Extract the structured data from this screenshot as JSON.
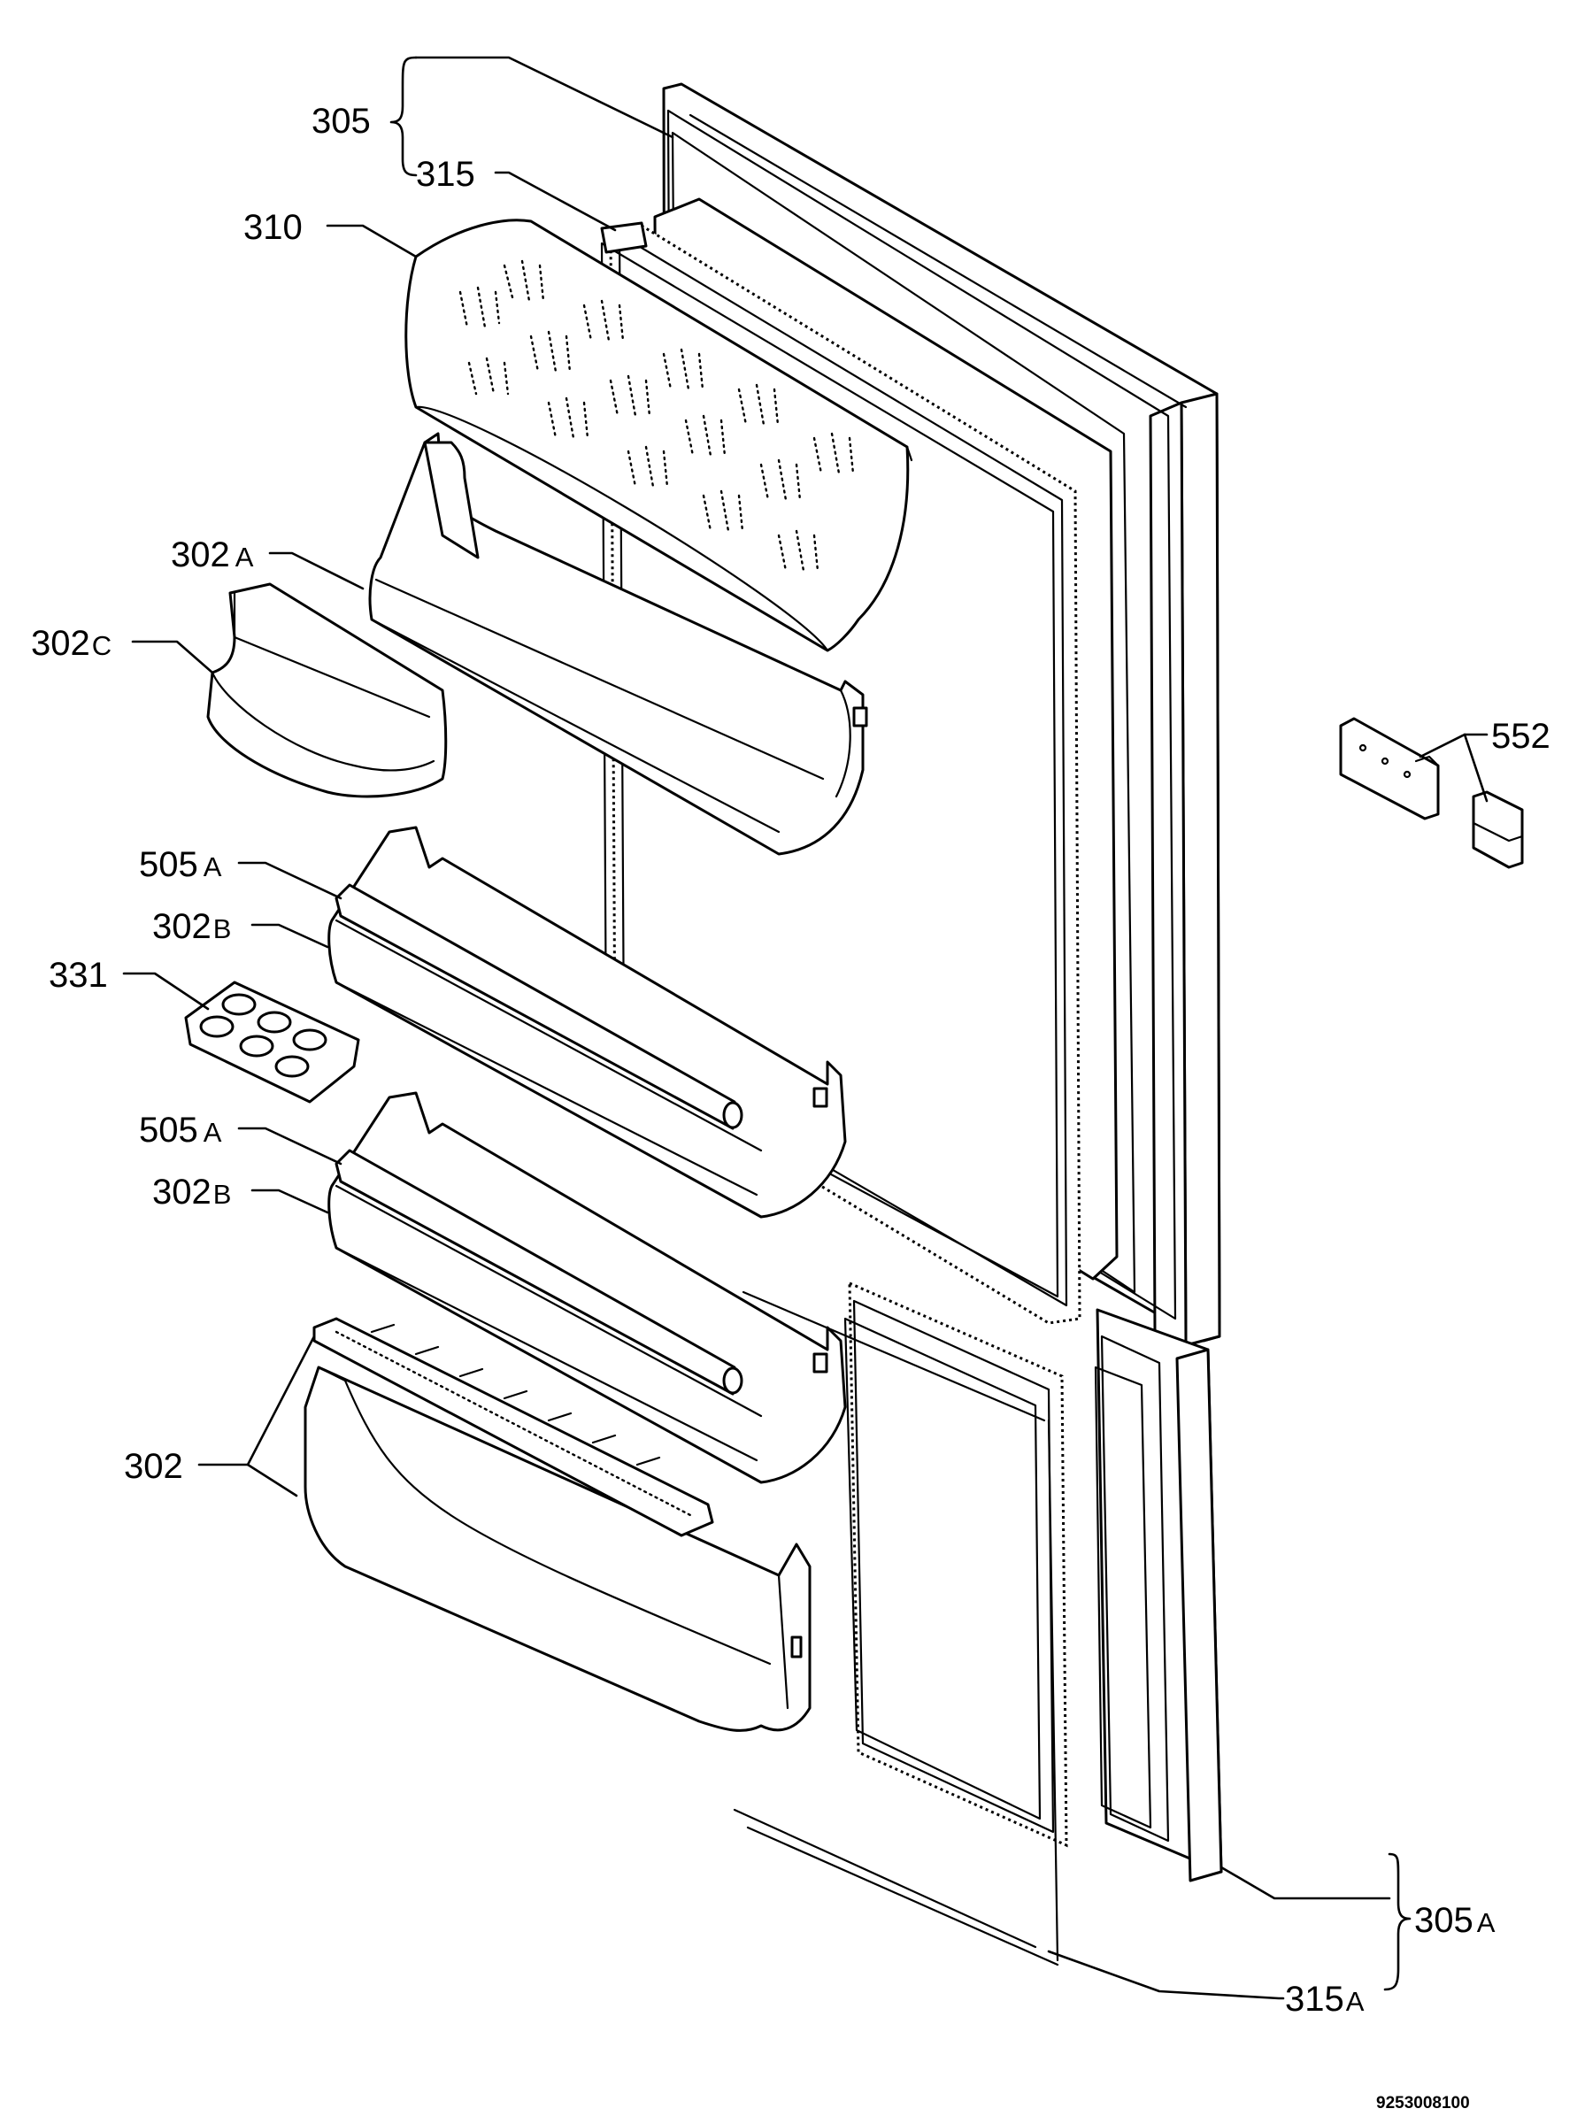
{
  "diagram": {
    "callouts": {
      "305": {
        "num": "305",
        "suffix": ""
      },
      "315": {
        "num": "315",
        "suffix": ""
      },
      "310": {
        "num": "310",
        "suffix": ""
      },
      "302A": {
        "num": "302",
        "suffix": "A"
      },
      "302C": {
        "num": "302",
        "suffix": "C"
      },
      "505A_1": {
        "num": "505",
        "suffix": "A"
      },
      "302B_1": {
        "num": "302",
        "suffix": "B"
      },
      "331": {
        "num": "331",
        "suffix": ""
      },
      "505A_2": {
        "num": "505",
        "suffix": "A"
      },
      "302B_2": {
        "num": "302",
        "suffix": "B"
      },
      "302": {
        "num": "302",
        "suffix": ""
      },
      "552": {
        "num": "552",
        "suffix": ""
      },
      "305A": {
        "num": "305",
        "suffix": "A"
      },
      "315A": {
        "num": "315",
        "suffix": "A"
      }
    },
    "document_number": "9253008100"
  }
}
